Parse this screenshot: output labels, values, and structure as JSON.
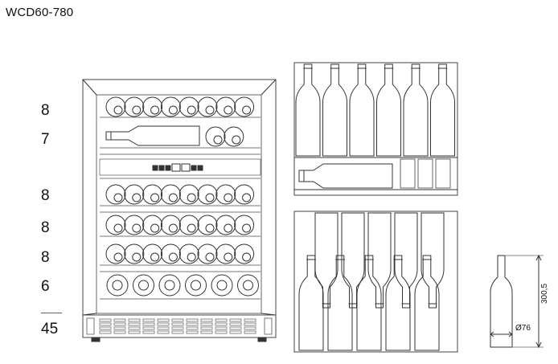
{
  "title": "WCD60-780",
  "shelf_counts": [
    "8",
    "7",
    "8",
    "8",
    "8",
    "6"
  ],
  "total": "45",
  "dimensions": {
    "height": "300,5",
    "diameter": "Ø76"
  }
}
